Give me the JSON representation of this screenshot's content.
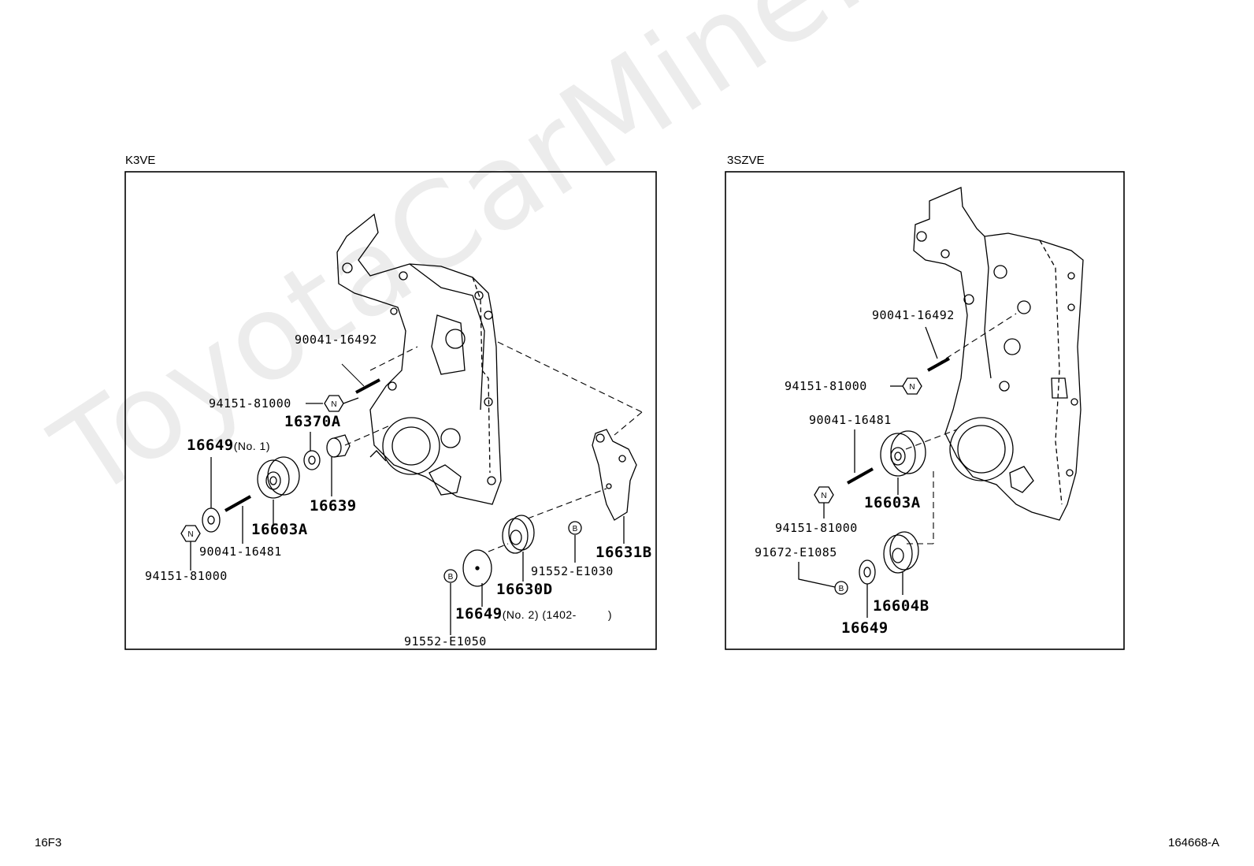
{
  "watermark": "ToyotaCarMine.ru",
  "corners": {
    "bottom_left": "16F3",
    "bottom_right": "164668-A"
  },
  "left_panel": {
    "title": "K3VE",
    "labels": {
      "p90041_16492": "90041-16492",
      "p94151_81000_top": "94151-81000",
      "p16370A": "16370A",
      "p16649_no1_code": "16649",
      "p16649_no1_note": "(No. 1)",
      "p16639": "16639",
      "p16603A": "16603A",
      "p90041_16481": "90041-16481",
      "p94151_81000_bottom": "94151-81000",
      "p91552_E1030": "91552-E1030",
      "p16631B": "16631B",
      "p16630D": "16630D",
      "p16649_no2_code": "16649",
      "p16649_no2_note": "(No. 2) (1402-",
      "p16649_no2_close": ")",
      "p91552_E1050": "91552-E1050"
    }
  },
  "right_panel": {
    "title": "3SZVE",
    "labels": {
      "p90041_16492": "90041-16492",
      "p94151_81000_top": "94151-81000",
      "p90041_16481": "90041-16481",
      "p16603A": "16603A",
      "p94151_81000_bottom": "94151-81000",
      "p91672_E1085": "91672-E1085",
      "p16604B": "16604B",
      "p16649": "16649"
    }
  },
  "symbols": {
    "nut": "N",
    "bolt": "B"
  }
}
